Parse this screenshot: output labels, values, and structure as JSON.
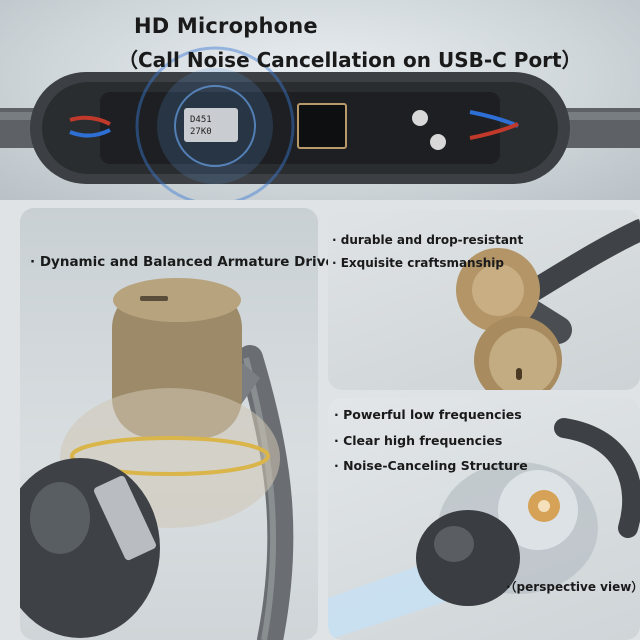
{
  "microphone": {
    "title": "HD Microphone",
    "subtitle": "（Call Noise Cancellation on USB-C Port）",
    "chip_label_1": "D451",
    "chip_label_2": "27K0"
  },
  "driver": {
    "label": "· Dynamic and Balanced Armature Driver"
  },
  "durability": {
    "items": [
      "· durable and drop-resistant",
      "· Exquisite craftsmanship"
    ]
  },
  "sound": {
    "items": [
      "· Powerful low frequencies",
      "· Clear high frequencies",
      "· Noise-Canceling Structure"
    ],
    "view_note": "·（perspective view）"
  },
  "colors": {
    "accent_blue": "#3a7bd5",
    "gold": "#b89a6a",
    "metal": "#6b6f73"
  }
}
